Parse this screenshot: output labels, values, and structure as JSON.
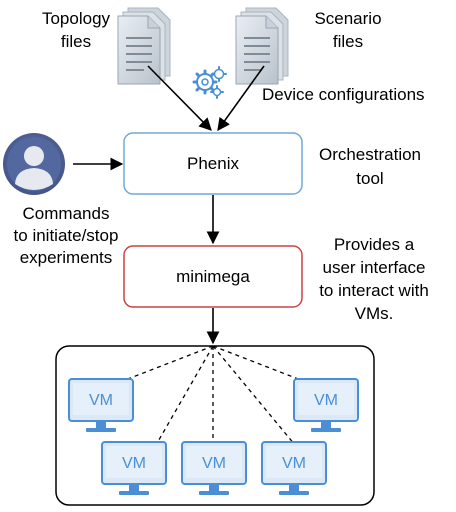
{
  "inputs": {
    "topology_label": [
      "Topology",
      "files"
    ],
    "scenario_label": [
      "Scenario",
      "files"
    ],
    "device_config_label": "Device configurations",
    "commands_label": [
      "Commands",
      "to initiate/stop",
      "experiments"
    ]
  },
  "nodes": {
    "phenix": {
      "label": "Phenix",
      "border_color": "#6fa8dc",
      "annotation": [
        "Orchestration",
        "tool"
      ]
    },
    "minimega": {
      "label": "minimega",
      "border_color": "#cc4444",
      "annotation": [
        "Provides a",
        "user interface",
        "to interact with",
        "VMs."
      ]
    }
  },
  "vm_cluster": {
    "vm_label": "VM",
    "vm_count": 5,
    "monitor_color": "#4a8fd6",
    "monitor_fill": "#dbe9f7"
  },
  "icons": {
    "document": "document-stack-icon",
    "gears": "gears-icon",
    "user": "user-avatar-icon",
    "monitor": "monitor-icon"
  }
}
